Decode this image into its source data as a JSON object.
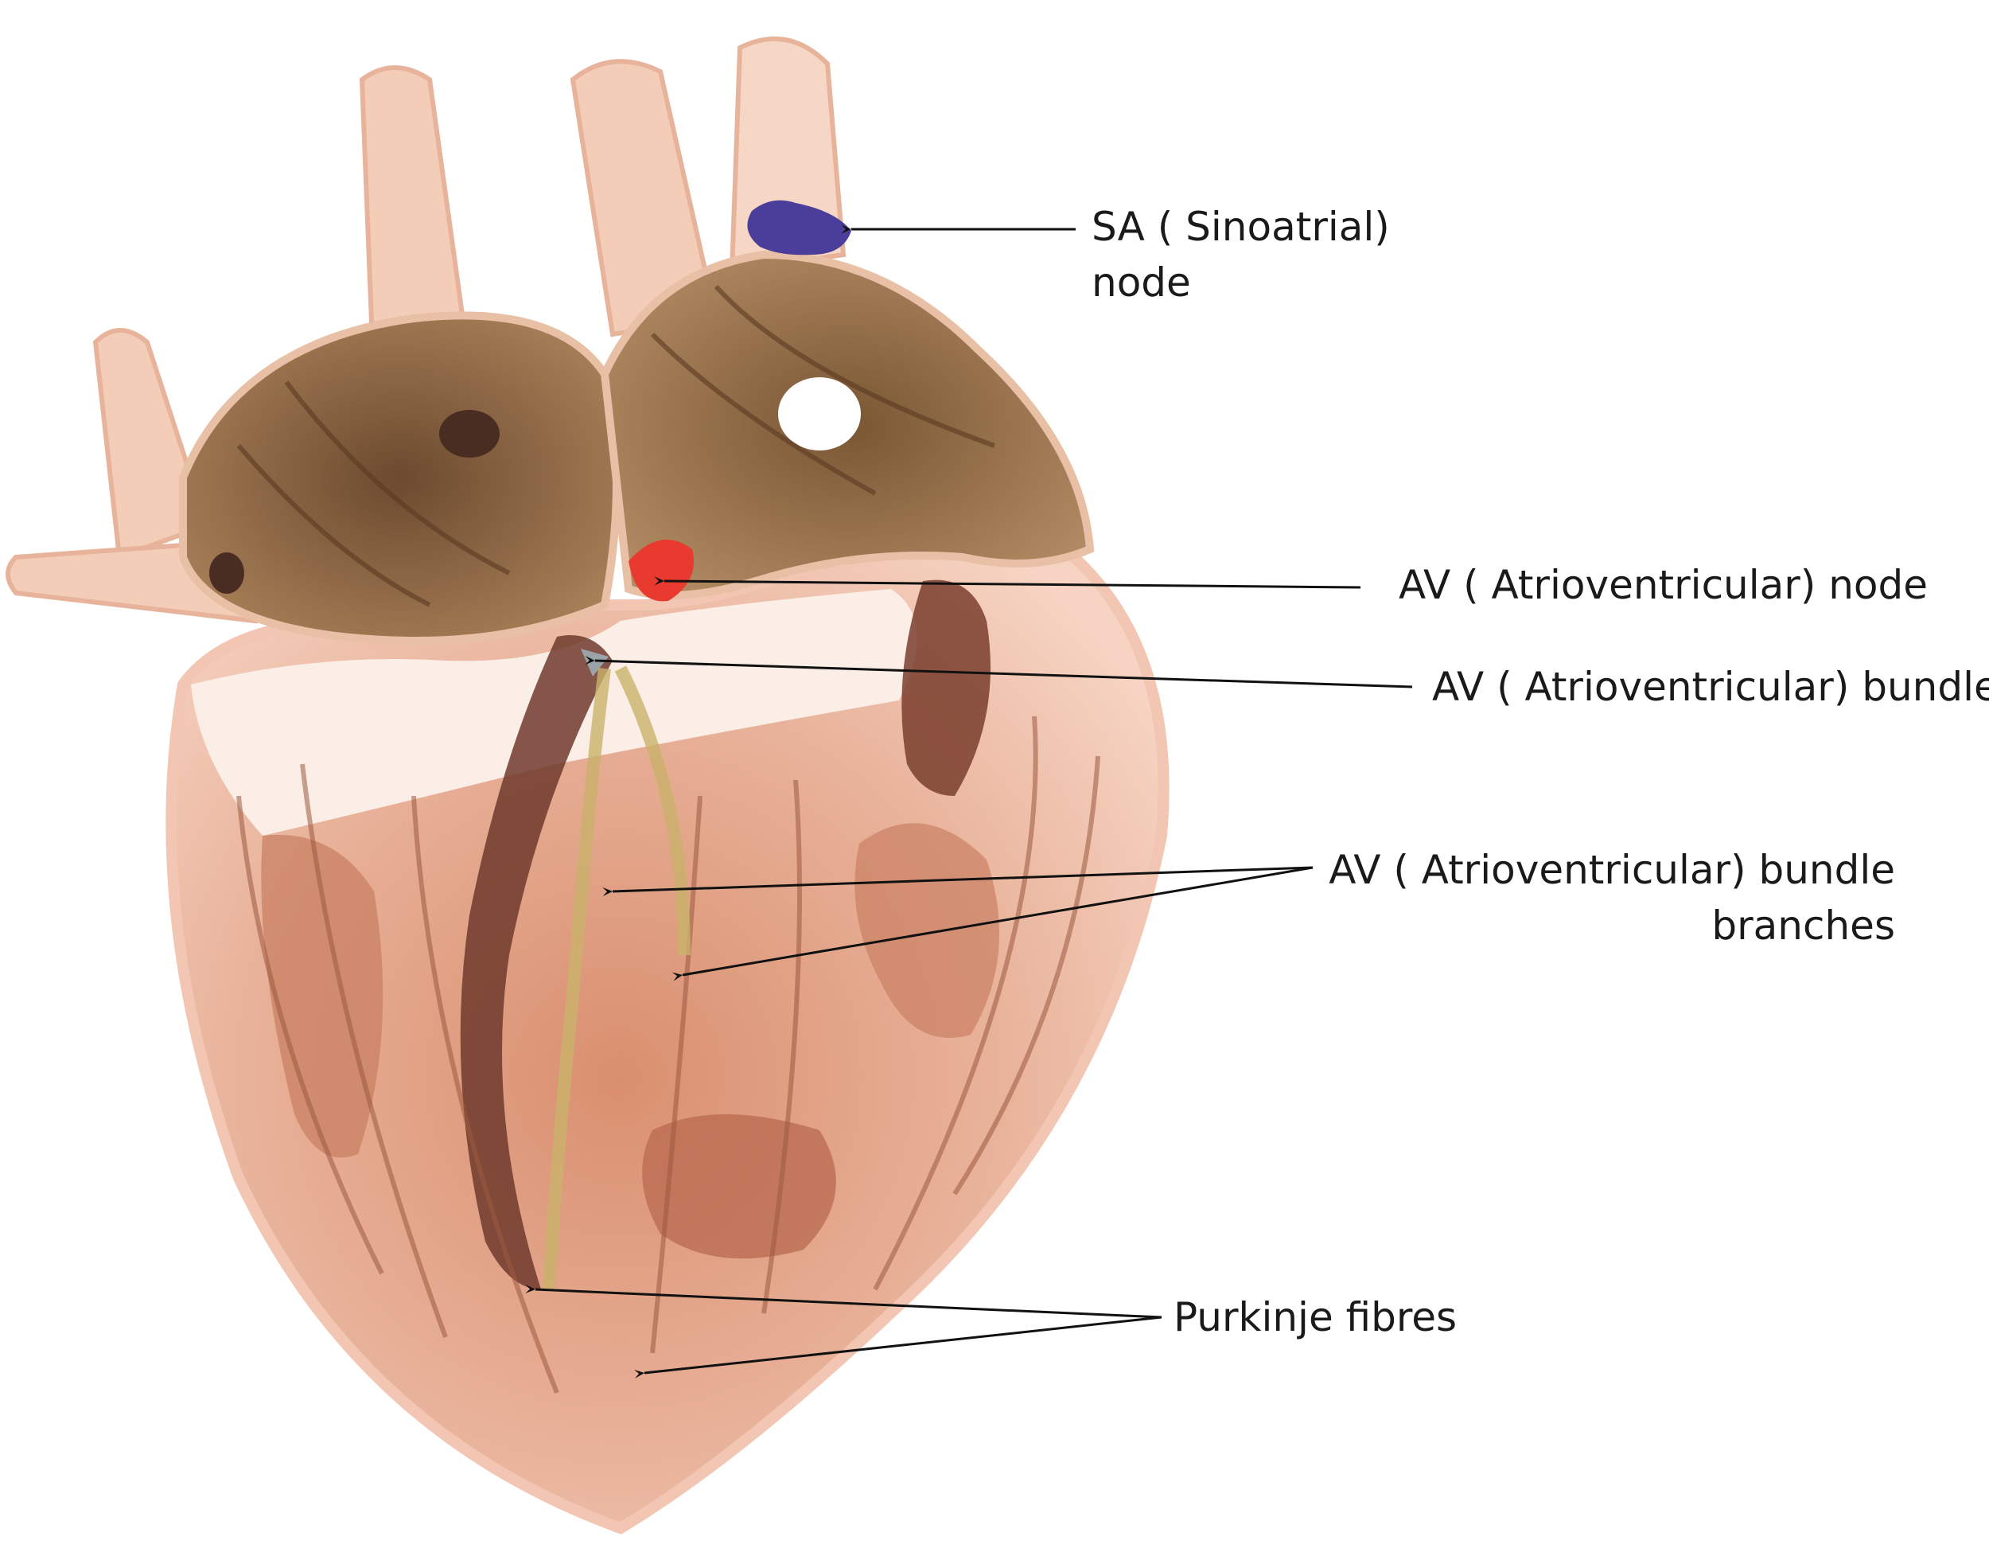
{
  "labels": {
    "sa_node": {
      "line1": "SA ( Sinoatrial)",
      "line2": "node"
    },
    "av_node": {
      "line1": "AV ( Atrioventricular) node"
    },
    "av_bundle": {
      "line1": "AV ( Atrioventricular) bundle"
    },
    "bundle_branches": {
      "line1": "AV ( Atrioventricular) bundle",
      "line2": "branches"
    },
    "purkinje": {
      "line1": "Purkinje fibres"
    }
  },
  "colors": {
    "background": "#ffffff",
    "heart_light": "#f6d3c2",
    "heart_mid": "#d98f6f",
    "heart_dark": "#7a4a30",
    "atrium_brown": "#8a6a44",
    "sa_node": "#4b3d9a",
    "av_node": "#e83a2e",
    "av_bundle": "#9aa3a8",
    "bundle_branch": "#c9b26a",
    "label_text": "#1a1a1a",
    "leader_line": "#111111"
  }
}
